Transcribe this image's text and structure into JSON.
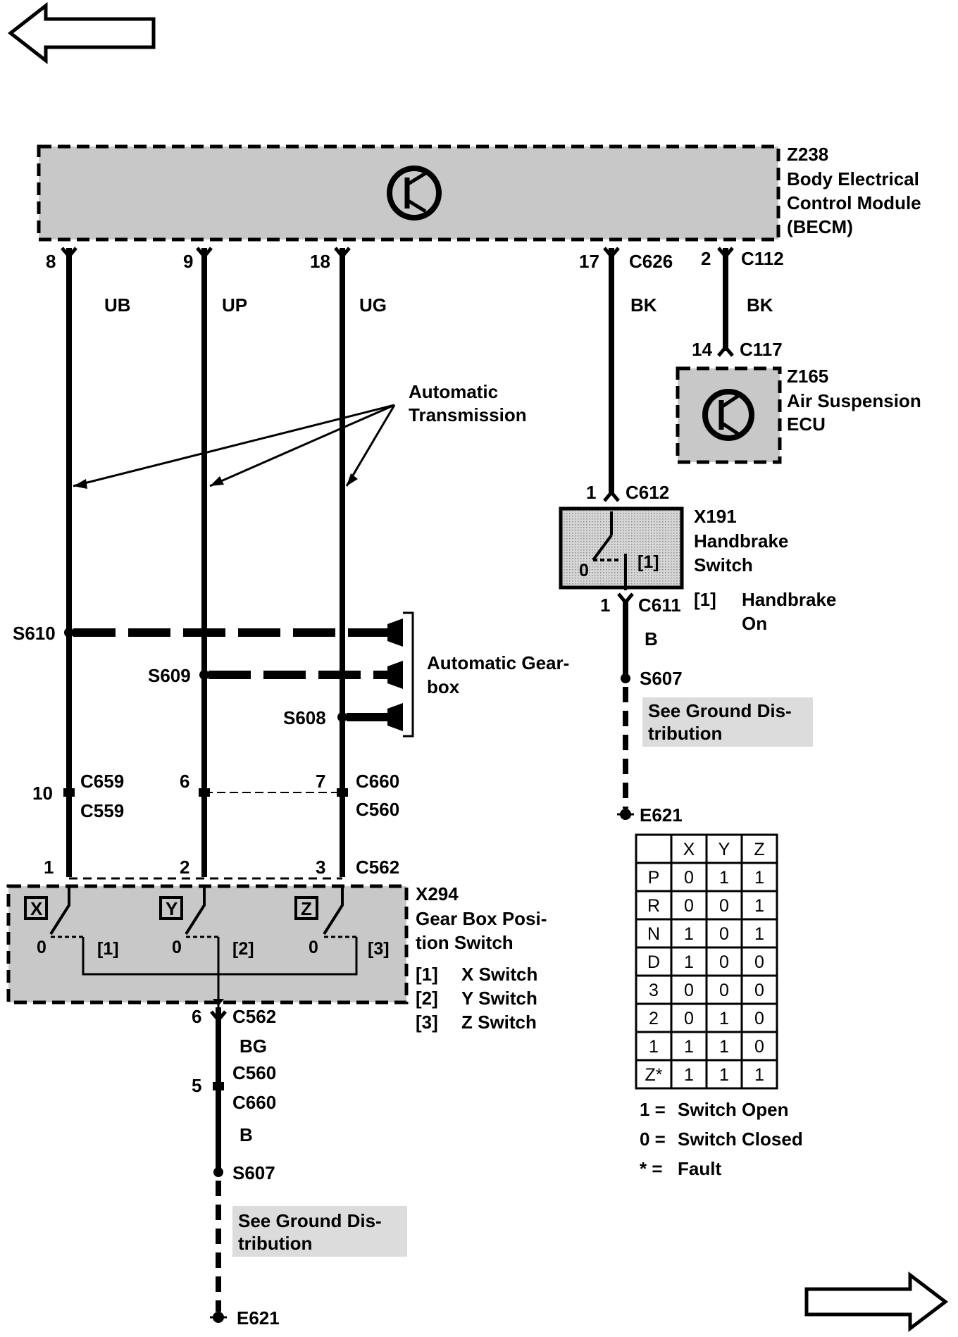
{
  "modules": {
    "becm": {
      "id": "Z238",
      "name_line1": "Body Electrical",
      "name_line2": "Control Module",
      "name_line3": "(BECM)"
    },
    "air_ecu": {
      "id": "Z165",
      "name_line1": "Air Suspension",
      "name_line2": "ECU"
    },
    "handbrake": {
      "id": "X191",
      "name_line1": "Handbrake",
      "name_line2": "Switch",
      "pos_off": "0",
      "pos_on": "[1]",
      "note_ref": "[1]",
      "note_line1": "Handbrake",
      "note_line2": "On"
    },
    "gearbox_switch": {
      "id": "X294",
      "name_line1": "Gear Box Posi-",
      "name_line2": "tion Switch",
      "sw_x": "X",
      "sw_y": "Y",
      "sw_z": "Z",
      "pos_zero": "0",
      "ref1": "[1]",
      "ref2": "[2]",
      "ref3": "[3]"
    }
  },
  "gearbox_legend": [
    {
      "ref": "[1]",
      "text": "X Switch"
    },
    {
      "ref": "[2]",
      "text": "Y Switch"
    },
    {
      "ref": "[3]",
      "text": "Z Switch"
    }
  ],
  "pins": {
    "p8": "8",
    "p9": "9",
    "p18": "18",
    "p17": "17",
    "p2": "2",
    "p14": "14",
    "p1_c612": "1",
    "p1_c611": "1",
    "p10": "10",
    "p6_c660": "6",
    "p7": "7",
    "p1_c562": "1",
    "p2_c562": "2",
    "p3_c562": "3",
    "p6_c562": "6",
    "p5_c560": "5"
  },
  "connectors": {
    "c626": "C626",
    "c112": "C112",
    "c117": "C117",
    "c612": "C612",
    "c611": "C611",
    "c659": "C659",
    "c559": "C559",
    "c660": "C660",
    "c560": "C560",
    "c562": "C562",
    "c562b": "C562",
    "c560b": "C560",
    "c660b": "C660"
  },
  "wires": {
    "ub": "UB",
    "up": "UP",
    "ug": "UG",
    "bk1": "BK",
    "bk2": "BK",
    "b1": "B",
    "bg": "BG",
    "b2": "B"
  },
  "splices": {
    "s610": "S610",
    "s609": "S609",
    "s608": "S608",
    "s607a": "S607",
    "s607b": "S607"
  },
  "grounds": {
    "e621a": "E621",
    "e621b": "E621"
  },
  "notes": {
    "auto_trans_1": "Automatic",
    "auto_trans_2": "Transmission",
    "auto_gear_1": "Automatic Gear-",
    "auto_gear_2": "box",
    "see_ground_1a": "See Ground Dis-",
    "see_ground_1b": "tribution",
    "see_ground_2a": "See Ground Dis-",
    "see_ground_2b": "tribution"
  },
  "truth_table": {
    "headers": [
      "",
      "X",
      "Y",
      "Z"
    ],
    "rows": [
      [
        "P",
        "0",
        "1",
        "1"
      ],
      [
        "R",
        "0",
        "0",
        "1"
      ],
      [
        "N",
        "1",
        "0",
        "1"
      ],
      [
        "D",
        "1",
        "0",
        "0"
      ],
      [
        "3",
        "0",
        "0",
        "0"
      ],
      [
        "2",
        "0",
        "1",
        "0"
      ],
      [
        "1",
        "1",
        "1",
        "0"
      ],
      [
        "Z*",
        "1",
        "1",
        "1"
      ]
    ]
  },
  "legend": [
    {
      "key": "1 =",
      "text": "Switch Open"
    },
    {
      "key": "0 =",
      "text": "Switch Closed"
    },
    {
      "key": "* =",
      "text": "Fault"
    }
  ]
}
